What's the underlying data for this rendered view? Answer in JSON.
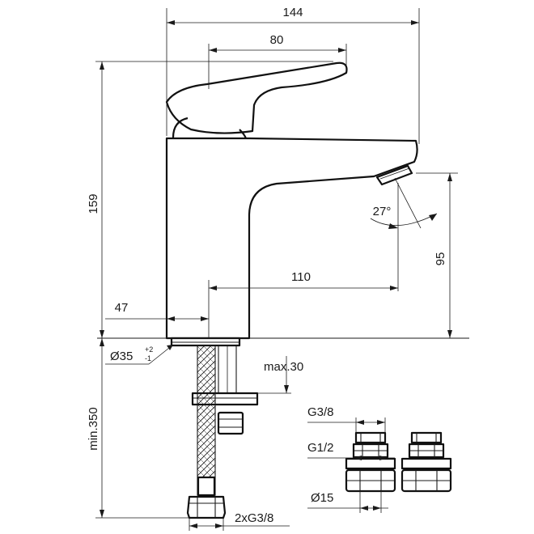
{
  "dimensions": {
    "overall_width": "144",
    "lever_width": "80",
    "overall_height": "159",
    "spout_reach": "110",
    "base_offset": "47",
    "spout_height": "95",
    "spout_angle": "27°",
    "hole_diameter": "Ø35",
    "hole_tol_plus": "+2",
    "hole_tol_minus": "-1",
    "max_thickness": "max.30",
    "min_hose_length": "min.350",
    "hose_thread": "2xG3/8",
    "adapter_outlet_thread": "G3/8",
    "adapter_inlet_thread": "G1/2",
    "adapter_pipe_diameter": "Ø15"
  }
}
